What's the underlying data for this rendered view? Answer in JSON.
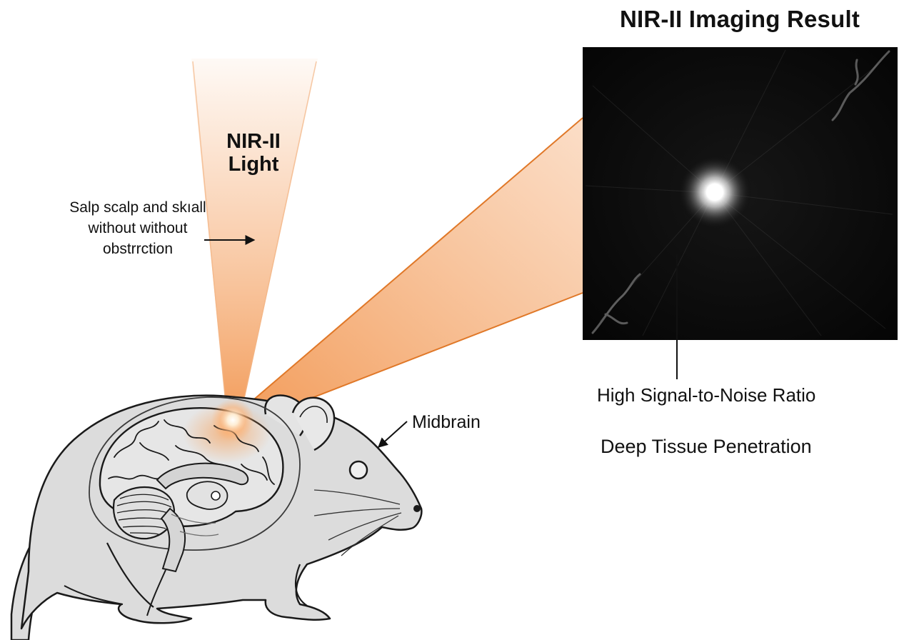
{
  "title": "NIR-II Imaging Result",
  "light_label_line1": "NIR-II",
  "light_label_line2": "Light",
  "scalp_note_line1": "Salp scalp and skıall",
  "scalp_note_line2": "without without",
  "scalp_note_line3": "obstrrction",
  "region_label": "Midbrain",
  "annotation_snr": "High Signal-to-Noise Ratio",
  "annotation_penetration": "Deep Tissue Penetration",
  "colors": {
    "beam": "#f4a060",
    "beam_edge": "#e07828",
    "glow": "#ffb070",
    "mouse_fill": "#dcdcdc",
    "outline": "#1a1a1a",
    "image_bg": "#0a0a0a",
    "hotspot": "#ffffff"
  }
}
